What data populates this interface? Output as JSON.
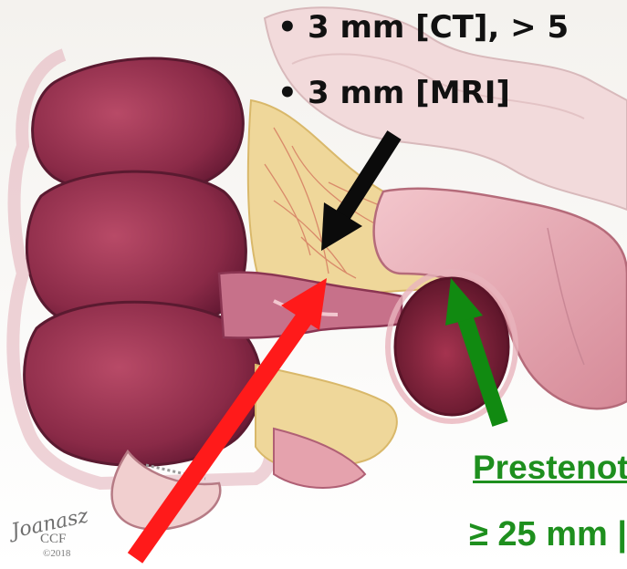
{
  "bullets": [
    {
      "text": "3 mm [CT], > 5"
    },
    {
      "text": "3 mm [MRI]"
    }
  ],
  "labels": {
    "prestenotic": "Prestenot",
    "threshold": "≥ 25 mm |"
  },
  "illustration": {
    "signature": "Joanasz",
    "org": "CCF",
    "year": "©2018"
  },
  "arrows": {
    "black_color": "#0b0b0b",
    "red_color": "#ff1a1a",
    "green_color": "#118a11"
  },
  "colors": {
    "bowel_dark": "#8a2a47",
    "bowel_mid": "#c4697e",
    "bowel_light": "#e9aab4",
    "mesentery_fat": "#efd79a",
    "bullet_text": "#111111",
    "green_text": "#1e8f1e"
  }
}
